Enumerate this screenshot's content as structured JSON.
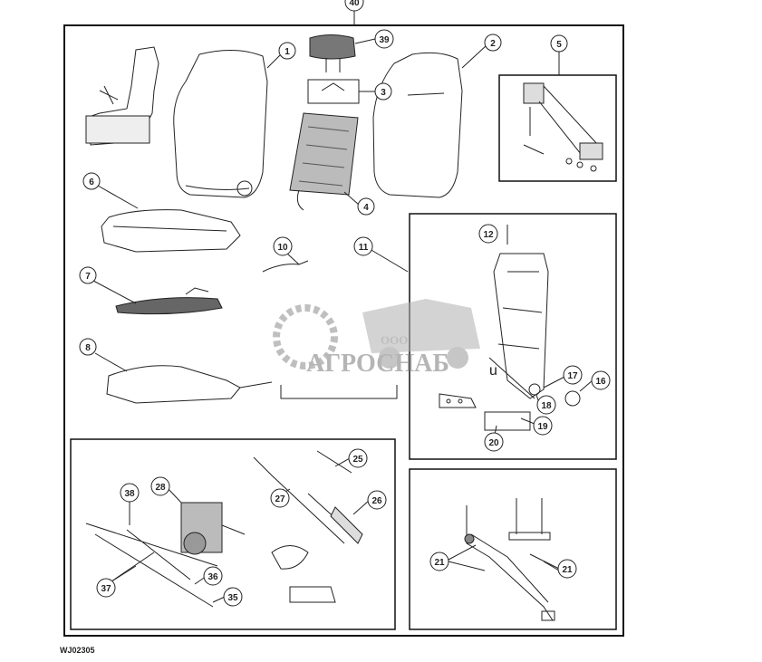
{
  "diagram": {
    "figure_code": "WJ02305",
    "callouts": {
      "c40": "40",
      "c1": "1",
      "c39": "39",
      "c2": "2",
      "c5": "5",
      "c3": "3",
      "c4": "4",
      "c6": "6",
      "c10": "10",
      "c11": "11",
      "c12": "12",
      "c7": "7",
      "c8": "8",
      "c17": "17",
      "c16": "16",
      "c18": "18",
      "c19": "19",
      "c20": "20",
      "c25": "25",
      "c28": "28",
      "c38": "38",
      "c27": "27",
      "c26": "26",
      "c37": "37",
      "c36": "36",
      "c35": "35",
      "c21a": "21",
      "c21b": "21"
    },
    "stray_letter": "u"
  },
  "watermark": {
    "company_prefix": "ООО",
    "company_name": "АГРОСНАБ",
    "color": "#8a8a8a"
  },
  "colors": {
    "line": "#222222",
    "frame": "#111111",
    "background": "#ffffff"
  }
}
